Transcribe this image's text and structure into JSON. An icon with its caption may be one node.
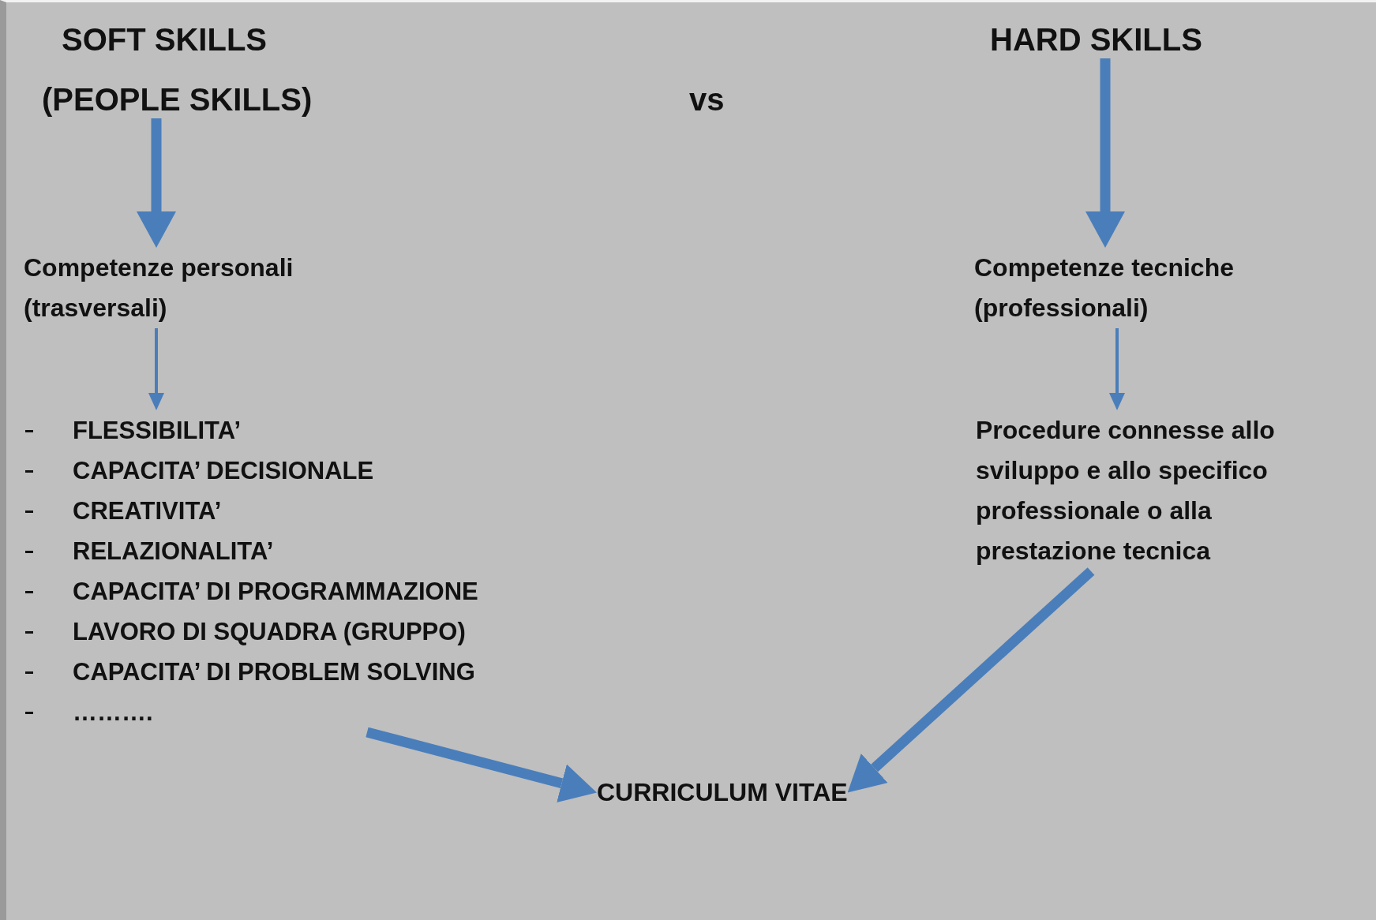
{
  "diagram": {
    "nodes": [
      {
        "text": [
          "SOFT SKILLS",
          "(PEOPLE SKILLS)"
        ]
      },
      {
        "text": [
          "HARD SKILLS"
        ]
      },
      {
        "text": [
          "Competenze personali (trasversali)"
        ]
      },
      {
        "text": [
          "Competenze tecniche (professionali)"
        ]
      },
      {
        "text": [
          "FLESSIBILITA’",
          "CAPACITA’ DECISIONALE",
          "CREATIVITA’",
          "RELAZIONALITA’",
          "CAPACITA’ DI PROGRAMMAZIONE",
          "LAVORO DI SQUADRA (GRUPPO)",
          "CAPACITA’ DI PROBLEM SOLVING",
          "………."
        ]
      },
      {
        "text": [
          "Procedure connesse allo sviluppo e allo specifico professionale o alla prestazione tecnica"
        ]
      },
      {
        "text": [
          "CURRICULUM VITAE"
        ]
      }
    ],
    "edges": [
      {
        "from": 0,
        "to": 2,
        "arrow": "to"
      },
      {
        "from": 1,
        "to": 3,
        "arrow": "to"
      },
      {
        "from": 2,
        "to": 4,
        "arrow": "to"
      },
      {
        "from": 3,
        "to": 5,
        "arrow": "to"
      },
      {
        "from": 4,
        "to": 6,
        "arrow": "to"
      },
      {
        "from": 5,
        "to": 6,
        "arrow": "to"
      }
    ],
    "labels": [
      "vs"
    ]
  }
}
